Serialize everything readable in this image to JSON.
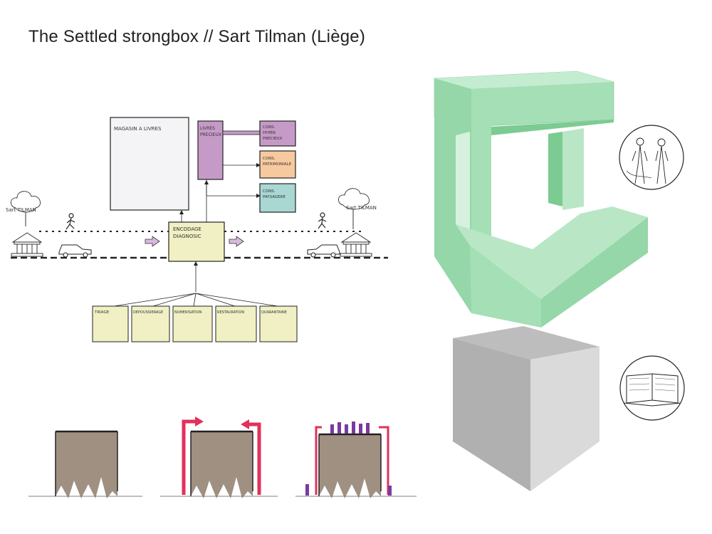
{
  "title": "The Settled strongbox  //  Sart Tilman (Liège)",
  "diagram": {
    "magasin": "MAGASIN A LIVRES",
    "livres": [
      "LIVRES",
      "PRECIEUX"
    ],
    "cons_hyper": [
      "CONS.",
      "HYPER",
      "PRECIEUX"
    ],
    "cons_patri": [
      "CONS.",
      "PATRIMONIALE"
    ],
    "cons_pays": [
      "CONS.",
      "PAYSAGERE"
    ],
    "encodage": [
      "ENCODAGE",
      "DIAGNOSIC"
    ],
    "sart_left": "Sart TILMAN",
    "sart_right": "Sart TILMAN",
    "steps": [
      "TRIAGE",
      "DEPOUSSIERAGE",
      "NUMERISATION",
      "RESTAURATION",
      "QUARANTAINE"
    ]
  },
  "colors": {
    "green": "#a4dfb5",
    "green_dark": "#7ccb92",
    "purple": "#c69ac7",
    "orange": "#f7c99e",
    "teal": "#a9d7d2",
    "yellow": "#f1f0c4",
    "grey_cube": "#c9c9c9",
    "red_arrow": "#e2315a",
    "violet": "#7a3aa0"
  },
  "icons": [
    "adam-eve-medallion-icon",
    "open-book-medallion-icon",
    "temple-icon",
    "car-icon",
    "walker-icon",
    "tree-icon"
  ]
}
